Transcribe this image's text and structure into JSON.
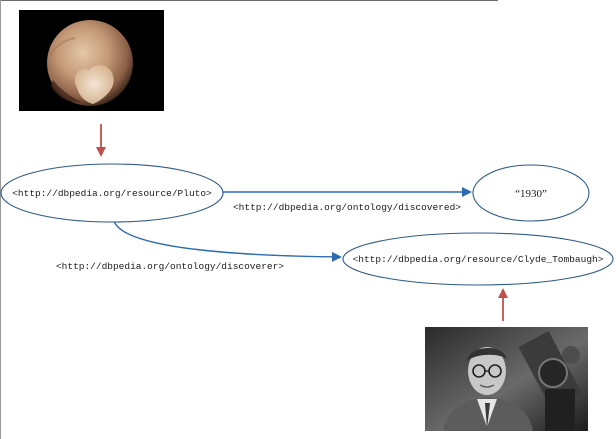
{
  "nodes": {
    "pluto": "<http://dbpedia.org/resource/Pluto>",
    "year": "“1930”",
    "tombaugh": "<http://dbpedia.org/resource/Clyde_Tombaugh>"
  },
  "edges": {
    "discovered": "<http://dbpedia.org/ontology/discovered>",
    "discoverer": "<http://dbpedia.org/ontology/discoverer>"
  },
  "colors": {
    "node_stroke": "#2e5a88",
    "edge_arrow": "#2b6cb0",
    "image_arrow": "#c0504d"
  }
}
